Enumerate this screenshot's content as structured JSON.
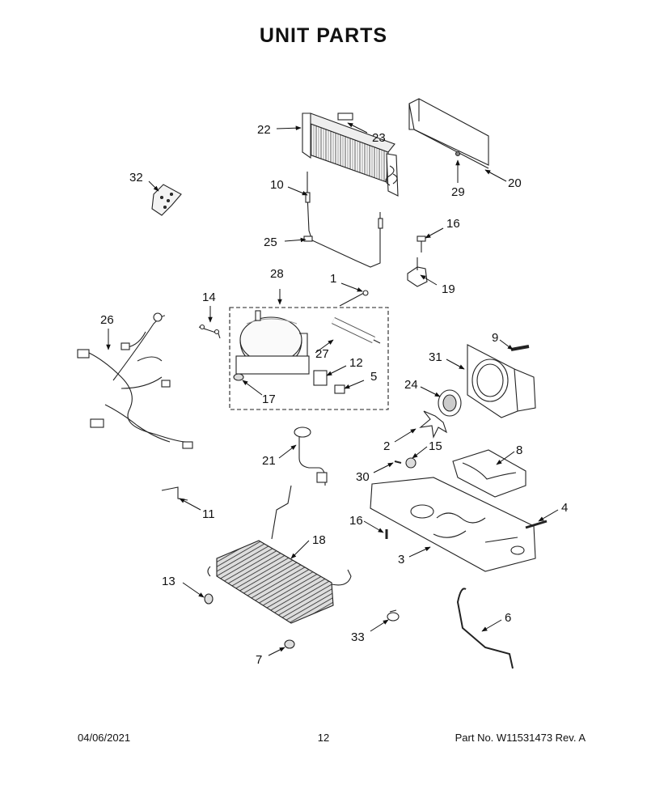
{
  "page": {
    "title": "UNIT  PARTS",
    "date": "04/06/2021",
    "page_number": "12",
    "part_info": "Part No.  W11531473  Rev.  A"
  },
  "callouts": [
    "22",
    "23",
    "20",
    "29",
    "32",
    "10",
    "25",
    "16",
    "19",
    "1",
    "28",
    "14",
    "26",
    "27",
    "12",
    "5",
    "17",
    "9",
    "31",
    "24",
    "2",
    "15",
    "8",
    "21",
    "30",
    "11",
    "16",
    "4",
    "18",
    "3",
    "13",
    "33",
    "6",
    "7"
  ]
}
